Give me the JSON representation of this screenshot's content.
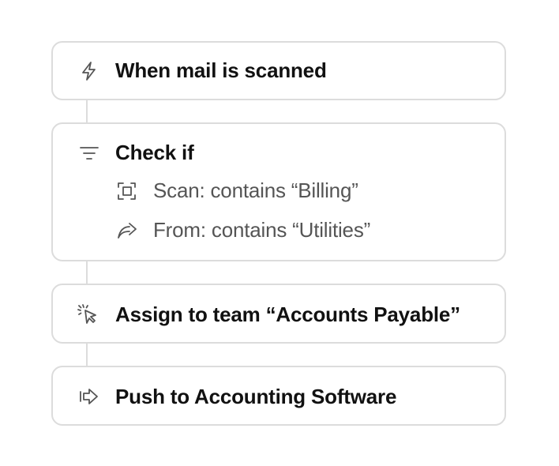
{
  "workflow": {
    "trigger": {
      "icon": "lightning-bolt-icon",
      "label": "When mail is scanned"
    },
    "check": {
      "icon": "filter-icon",
      "label": "Check if",
      "conditions": [
        {
          "icon": "scan-frame-icon",
          "text": "Scan: contains “Billing”"
        },
        {
          "icon": "forward-arrow-icon",
          "text": "From: contains “Utilities”"
        }
      ]
    },
    "assign": {
      "icon": "cursor-click-icon",
      "label": "Assign to team “Accounts Payable”"
    },
    "push": {
      "icon": "push-arrow-icon",
      "label": "Push to Accounting Software"
    }
  }
}
